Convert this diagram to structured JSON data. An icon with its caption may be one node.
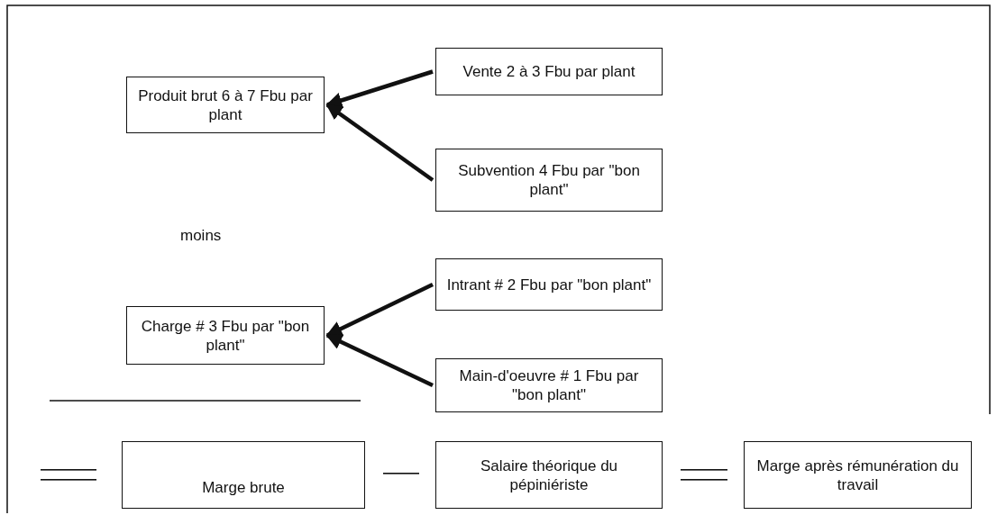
{
  "diagram": {
    "nodes": [
      {
        "text": [
          "Produit brut 6 à 7 Fbu par plant"
        ]
      },
      {
        "text": [
          "Vente 2 à 3 Fbu par plant"
        ]
      },
      {
        "text": [
          "Subvention 4 Fbu par \"bon plant\""
        ]
      },
      {
        "text": [
          "Charge # 3 Fbu par \"bon plant\""
        ]
      },
      {
        "text": [
          "Intrant # 2 Fbu par \"bon plant\""
        ]
      },
      {
        "text": [
          "Main-d'oeuvre # 1 Fbu par \"bon plant\""
        ]
      },
      {
        "text": [
          "Marge brute"
        ]
      },
      {
        "text": [
          "Salaire théorique du pépiniériste"
        ]
      },
      {
        "text": [
          "Marge après rémunération du travail"
        ]
      }
    ],
    "edges": [
      {
        "from": 1,
        "to": 0,
        "arrow": "to"
      },
      {
        "from": 2,
        "to": 0,
        "arrow": "to"
      },
      {
        "from": 4,
        "to": 3,
        "arrow": "to"
      },
      {
        "from": 5,
        "to": 3,
        "arrow": "to"
      }
    ],
    "labels": [
      "moins"
    ]
  }
}
